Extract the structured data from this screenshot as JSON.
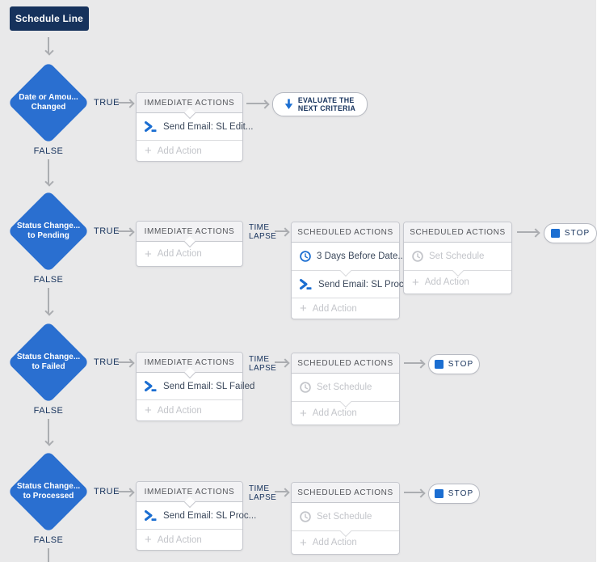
{
  "start": {
    "label": "Schedule Line"
  },
  "labels": {
    "true": "TRUE",
    "false": "FALSE",
    "time_line1": "TIME",
    "time_line2": "LAPSE",
    "stop": "STOP",
    "evaluate_line1": "EVALUATE THE",
    "evaluate_line2": "NEXT CRITERIA",
    "immediate_header": "IMMEDIATE ACTIONS",
    "scheduled_header": "SCHEDULED ACTIONS",
    "add_action": "Add Action",
    "set_schedule": "Set Schedule",
    "plus": "+"
  },
  "colors": {
    "diamond_blue": "#2a6fd0",
    "navy": "#16325c",
    "icon_blue": "#1b6ed1",
    "canvas_bg": "#e9e9ea"
  },
  "rows": [
    {
      "criteria_line1": "Date or Amou...",
      "criteria_line2": "Changed",
      "immediate_action": "Send Email: SL Edit...",
      "outcome": "EVALUATE THE NEXT CRITERIA"
    },
    {
      "criteria_line1": "Status Change...",
      "criteria_line2": "to Pending",
      "schedule": "3 Days Before Date...",
      "scheduled_action": "Send Email: SL Proc...",
      "outcome": "STOP"
    },
    {
      "criteria_line1": "Status Change...",
      "criteria_line2": "to Failed",
      "immediate_action": "Send Email: SL Failed",
      "outcome": "STOP"
    },
    {
      "criteria_line1": "Status Change...",
      "criteria_line2": "to Processed",
      "immediate_action": "Send Email: SL Proc...",
      "outcome": "STOP"
    }
  ]
}
